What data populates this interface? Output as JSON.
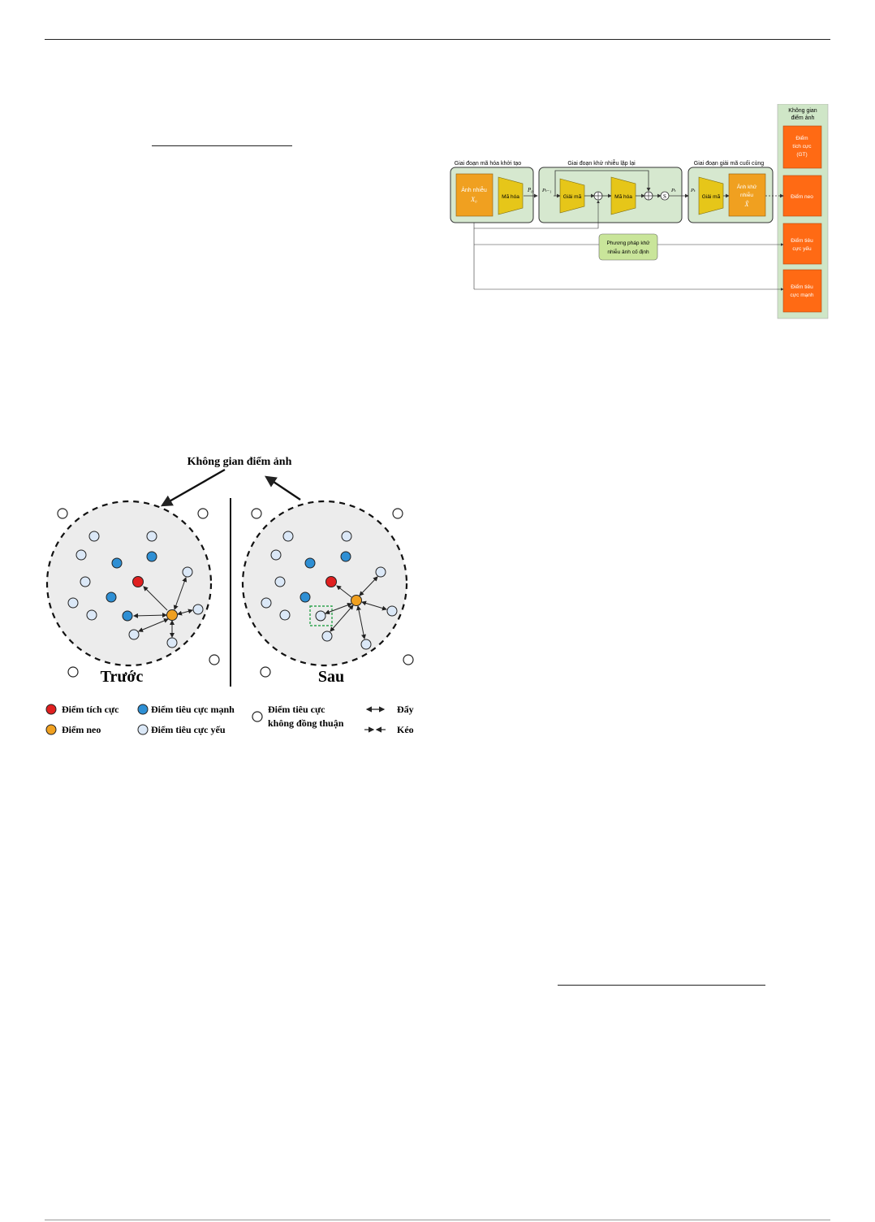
{
  "architecture_figure": {
    "stage_init_label": "Giai đoạn mã hóa khởi tạo",
    "stage_iter_label": "Giai đoạn khử nhiễu lặp lại",
    "stage_final_label": "Giai đoạn giải mã cuối cùng",
    "noisy_image_line1": "Ảnh nhiễu",
    "noisy_image_symbol": "X₀",
    "encoder_label": "Mã hóa",
    "decoder_label": "Giải mã",
    "feat_p0": "P₀",
    "feat_pt1": "Pₜ₋₁",
    "feat_pt": "Pₜ",
    "feat_pt_final": "Pₜ",
    "s_symbol": "S",
    "denoised_line1": "Ảnh khử",
    "denoised_line2": "nhiễu",
    "denoised_symbol": "X̂",
    "fixed_method_line1": "Phương pháp khử",
    "fixed_method_line2": "nhiễu ảnh cố định",
    "pixel_space_line1": "Không gian",
    "pixel_space_line2": "điểm ảnh",
    "positive_line1": "Điểm",
    "positive_line2": "tích cực",
    "positive_line3": "(GT)",
    "anchor_label": "Điểm neo",
    "weak_negative_line1": "Điểm tiêu",
    "weak_negative_line2": "cực yếu",
    "strong_negative_line1": "Điểm tiêu",
    "strong_negative_line2": "cực mạnh",
    "colors": {
      "noisy_image": "#f0a020",
      "encoder": "#e6c619",
      "stage_bg": "#d6e8cf",
      "fixed_method": "#c9e59a",
      "pixel_space_bg": "#cfe6c7",
      "output_box": "#ff6a14"
    }
  },
  "space_figure": {
    "title": "Không gian điểm ảnh",
    "before_label": "Trước",
    "after_label": "Sau",
    "legend": {
      "positive": "Điểm tích cực",
      "anchor": "Điểm neo",
      "strong_negative": "Điểm tiêu cực mạnh",
      "weak_negative": "Điểm tiêu cực yếu",
      "disagree_line1": "Điểm tiêu cực",
      "disagree_line2": "không đồng thuận",
      "push": "Đẩy",
      "pull": "Kéo"
    },
    "colors": {
      "positive": "#e02020",
      "anchor": "#f0a020",
      "strong_negative": "#2e8fd4",
      "weak_negative": "#dbe8f7",
      "disagree": "#ffffff",
      "space_bg": "#ececec",
      "highlight": "#2fa44f"
    }
  }
}
